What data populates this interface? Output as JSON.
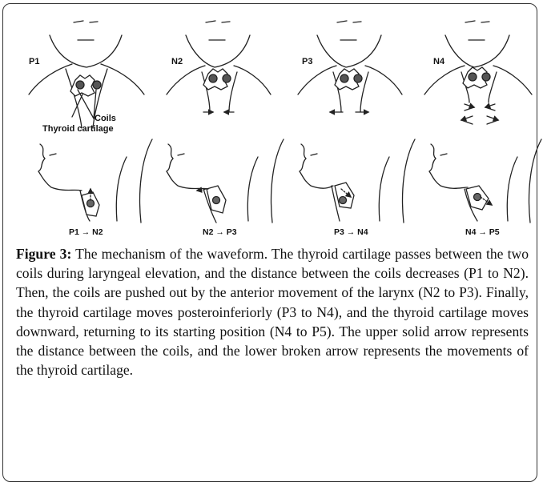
{
  "figure": {
    "panel_labels": [
      "P1",
      "N2",
      "P3",
      "N4"
    ],
    "annotations": {
      "coils": "Coils",
      "thyroid": "Thyroid cartilage"
    },
    "transitions": [
      "P1 → N2",
      "N2 → P3",
      "P3 → N4",
      "N4 → P5"
    ]
  },
  "caption": {
    "label": "Figure 3:",
    "text": " The mechanism of the waveform. The thyroid cartilage passes between the two coils during laryngeal elevation, and the distance between the coils decreases (P1 to N2). Then, the coils are pushed out by the anterior movement of the larynx (N2 to P3). Finally, the thyroid cartilage moves posteroinferiorly (P3 to N4), and the thyroid cartilage moves downward, returning to its starting position (N4 to P5). The upper solid arrow represents the distance between the coils, and the lower broken arrow represents the movements of the thyroid cartilage."
  }
}
